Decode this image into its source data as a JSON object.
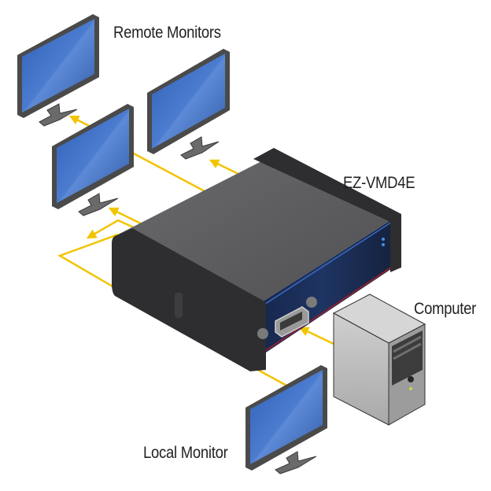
{
  "diagram": {
    "title": "EZ-VMD4E connection diagram",
    "labels": {
      "remote_monitors": "Remote Monitors",
      "device": "EZ-VMD4E",
      "computer": "Computer",
      "local_monitor": "Local Monitor"
    },
    "nodes": [
      {
        "id": "computer",
        "type": "computer",
        "label": "Computer"
      },
      {
        "id": "device",
        "type": "video-distribution-amplifier",
        "label": "EZ-VMD4E"
      },
      {
        "id": "remote-monitor-1",
        "type": "monitor",
        "group": "Remote Monitors"
      },
      {
        "id": "remote-monitor-2",
        "type": "monitor",
        "group": "Remote Monitors"
      },
      {
        "id": "remote-monitor-3",
        "type": "monitor",
        "group": "Remote Monitors"
      },
      {
        "id": "local-monitor",
        "type": "monitor",
        "label": "Local Monitor"
      }
    ],
    "edges": [
      {
        "from": "computer",
        "to": "device",
        "port": "input"
      },
      {
        "from": "device",
        "to": "remote-monitor-1"
      },
      {
        "from": "device",
        "to": "remote-monitor-2"
      },
      {
        "from": "device",
        "to": "remote-monitor-3"
      },
      {
        "from": "device",
        "to": "local-monitor"
      }
    ],
    "colors": {
      "cable": "#f2c400",
      "screen": "#3f6fc0",
      "bezel": "#4a4a4a",
      "device_body": "#5b5b5e",
      "device_endcap": "#2e2e30",
      "device_panel": "#1c2c4e",
      "computer_case": "#bcbcbc"
    }
  }
}
